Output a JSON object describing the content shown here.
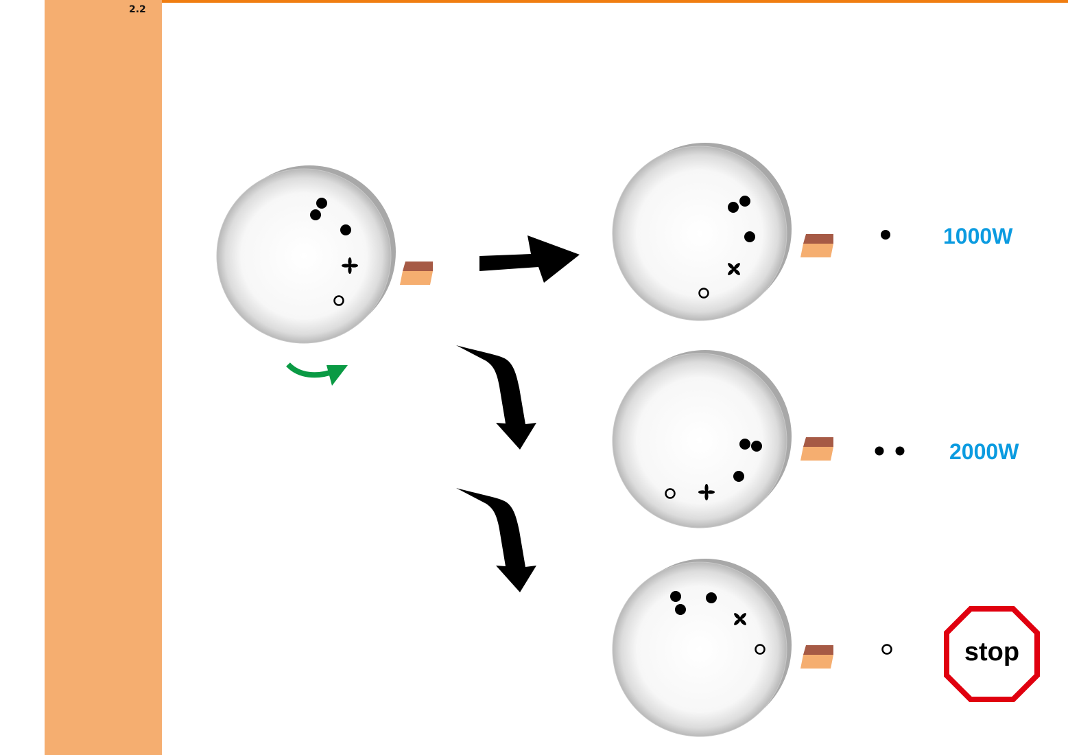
{
  "slide": {
    "section_number": "2.2",
    "accent_color": "#f07d10",
    "sidebar_color": "#f5ae70"
  },
  "outcomes": [
    {
      "label": "1000W",
      "result": "one particle emitted"
    },
    {
      "label": "2000W",
      "result": "two particles emitted"
    },
    {
      "label": "stop",
      "result": "ring emitted"
    }
  ],
  "colors": {
    "power_text": "#0b9be0",
    "stop_sign": "#e0000f",
    "rotation_arrow": "#0a9a44",
    "block_top": "#a65a45",
    "block_front": "#f5ae70"
  },
  "icons": [
    "rotation-arrow-icon",
    "flow-arrow-icon",
    "stop-sign-icon",
    "block-icon"
  ]
}
